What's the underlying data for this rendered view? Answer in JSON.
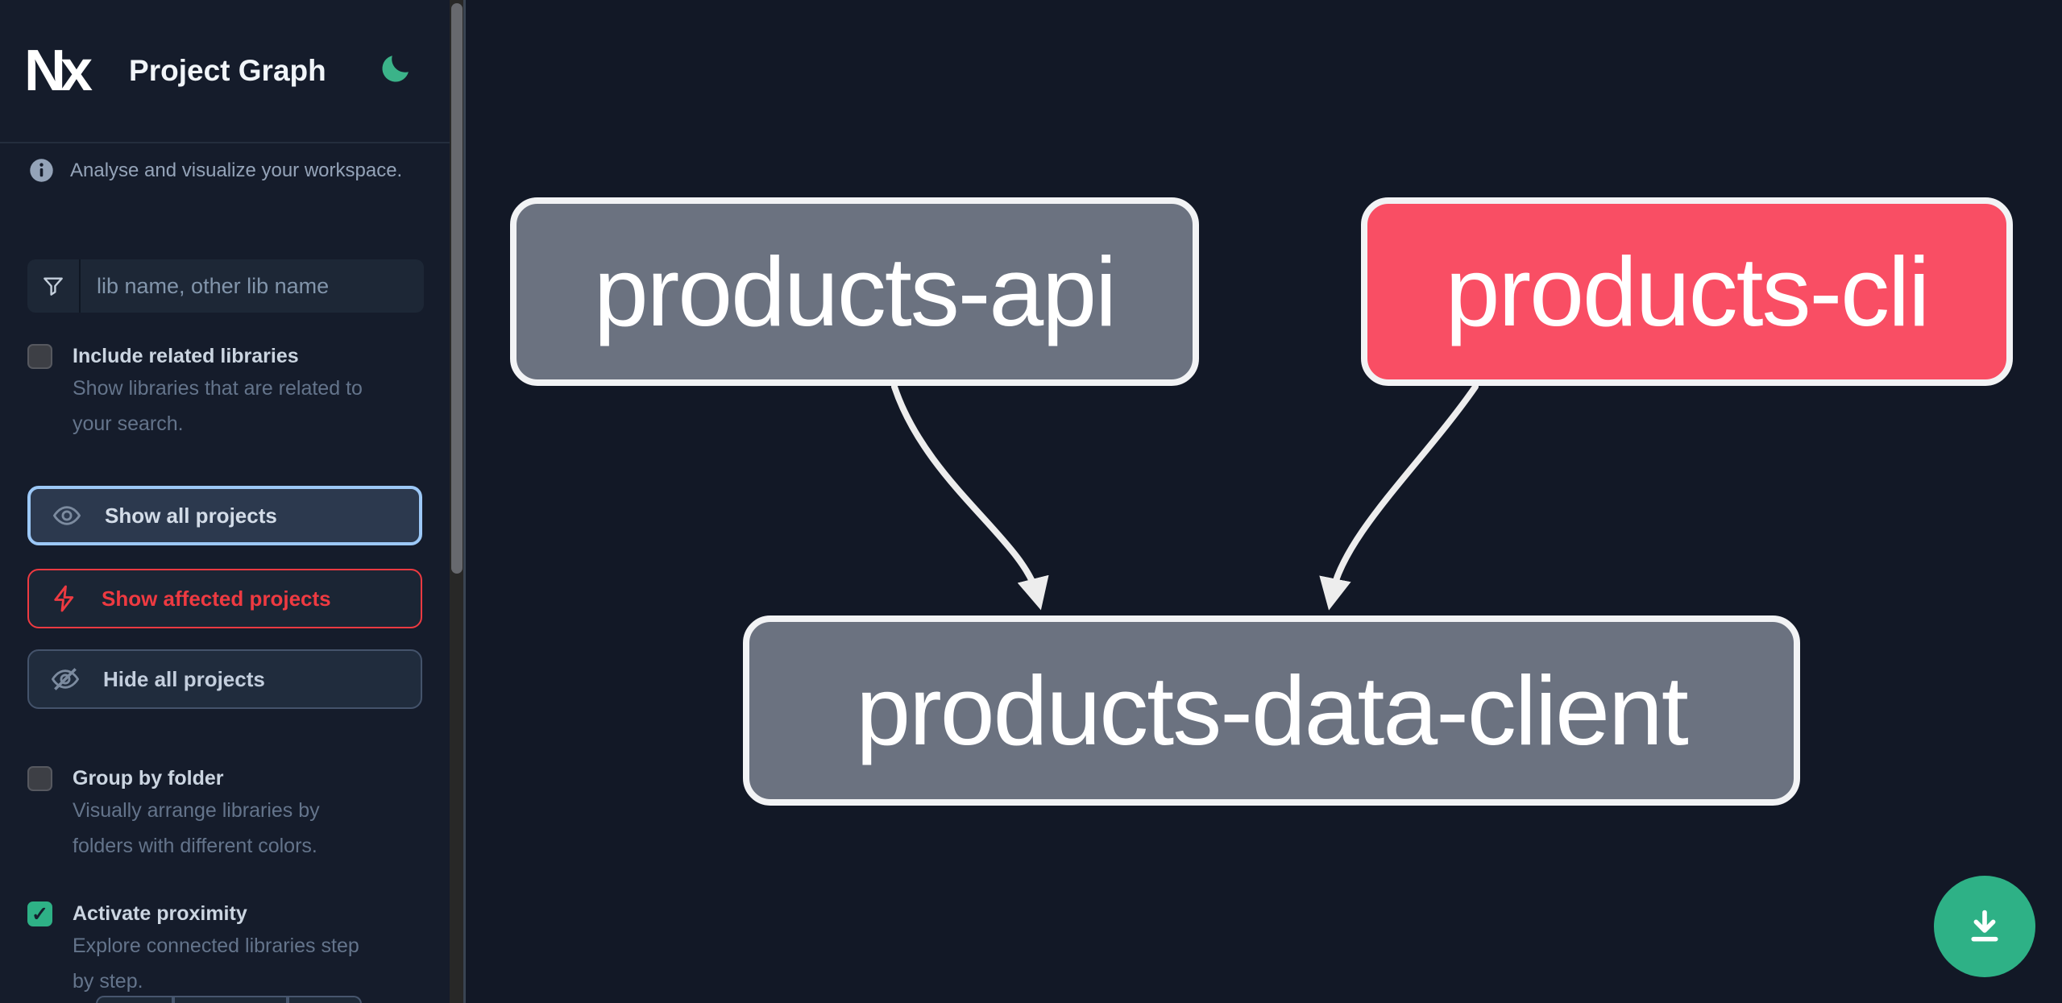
{
  "header": {
    "logo_text": "Nx",
    "title": "Project Graph",
    "theme_toggle_icon": "moon-icon"
  },
  "info": {
    "icon": "info-icon",
    "text": "Analyse and visualize your workspace."
  },
  "search": {
    "icon": "filter-funnel-icon",
    "placeholder": "lib name, other lib name",
    "value": ""
  },
  "options": [
    {
      "id": "include-related",
      "label": "Include related libraries",
      "desc": [
        "Show libraries that are related to",
        "your search."
      ],
      "checked": false
    },
    {
      "id": "group-by-folder",
      "label": "Group by folder",
      "desc": [
        "Visually arrange libraries by",
        "folders with different colors."
      ],
      "checked": false
    },
    {
      "id": "activate-proximity",
      "label": "Activate proximity",
      "desc": [
        "Explore connected libraries step",
        "by step."
      ],
      "checked": true
    }
  ],
  "checkmark_glyph": "✓",
  "buttons": [
    {
      "id": "show-all-projects",
      "label": "Show all projects",
      "icon": "eye-icon",
      "selected": true,
      "border_color": "#9cc8f7"
    },
    {
      "id": "show-affected-projects",
      "label": "Show affected projects",
      "icon": "bolt-icon",
      "selected": false,
      "border_color": "#ee3a41"
    },
    {
      "id": "hide-all-projects",
      "label": "Hide all projects",
      "icon": "eye-off-icon",
      "selected": false,
      "border_color": "#44536b"
    }
  ],
  "graph": {
    "nodes": [
      {
        "label": "products-api",
        "type": "project",
        "color": "#6b7280"
      },
      {
        "label": "products-cli",
        "type": "affected",
        "color": "#f94e64"
      },
      {
        "label": "products-data-client",
        "type": "project",
        "color": "#6b7280"
      }
    ],
    "edges": [
      {
        "from": "products-api",
        "to": "products-data-client"
      },
      {
        "from": "products-cli",
        "to": "products-data-client"
      }
    ]
  },
  "fab": {
    "icon": "download-icon",
    "color": "#2eb186"
  },
  "colors": {
    "sidebar_bg": "#151c2b",
    "canvas_bg": "#121826",
    "accent_green": "#2eb186",
    "affected_pink": "#f94e64",
    "node_gray": "#6b7280",
    "selected_blue": "#9cc8f7",
    "alert_red": "#ee3a41"
  }
}
